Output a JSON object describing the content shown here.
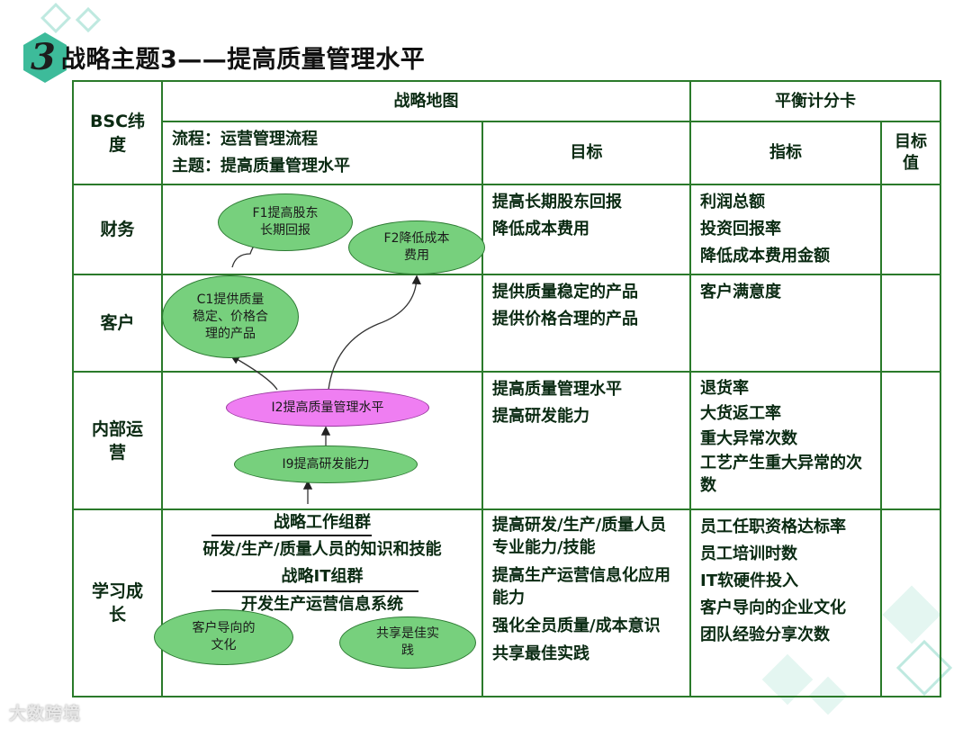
{
  "page": {
    "badge_number": "3",
    "title": "战略主题3——提高质量管理水平",
    "watermark": "大数跨境"
  },
  "table": {
    "header": {
      "bsc_dim": "BSC纬度",
      "strategy_map": "战略地图",
      "scorecard": "平衡计分卡",
      "process_line": "流程：运营管理流程",
      "theme_line": "主题：提高质量管理水平",
      "goal": "目标",
      "indicator": "指标",
      "target_value": "目标值"
    },
    "rows": [
      {
        "dimension": "财务",
        "goals": [
          "提高长期股东回报",
          "降低成本费用"
        ],
        "indicators": [
          "利润总额",
          "投资回报率",
          "降低成本费用金额"
        ]
      },
      {
        "dimension": "客户",
        "goals": [
          "提供质量稳定的产品",
          "提供价格合理的产品"
        ],
        "indicators": [
          "客户满意度"
        ]
      },
      {
        "dimension": "内部运营",
        "goals": [
          "提高质量管理水平",
          "提高研发能力"
        ],
        "indicators": [
          "退货率",
          "大货返工率",
          "重大异常次数",
          "工艺产生重大异常的次数"
        ]
      },
      {
        "dimension": "学习成长",
        "goals": [
          "提高研发/生产/质量人员专业能力/技能",
          "提高生产运营信息化应用能力",
          "强化全员质量/成本意识",
          "共享最佳实践"
        ],
        "indicators": [
          "员工任职资格达标率",
          "员工培训时数",
          "IT软硬件投入",
          "客户导向的企业文化",
          "团队经验分享次数"
        ]
      }
    ]
  },
  "strategy_map": {
    "nodes": {
      "f1": "F1提高股东长期回报",
      "f2": "F2降低成本费用",
      "c1": "C1提供质量稳定、价格合理的产品",
      "i2": "I2提高质量管理水平",
      "i9": "I9提高研发能力",
      "l_culture": "客户导向的文化",
      "l_share": "共享是佳实践"
    },
    "learning_lines": [
      "战略工作组群",
      "研发/生产/质量人员的知识和技能",
      "战略IT组群",
      "开发生产运营信息系统"
    ]
  },
  "colors": {
    "border": "#2a7a2a",
    "node_green": "#77d07d",
    "node_pink": "#ef7ef2",
    "badge": "#3dbb9a",
    "deco": "#bfe9e0"
  }
}
